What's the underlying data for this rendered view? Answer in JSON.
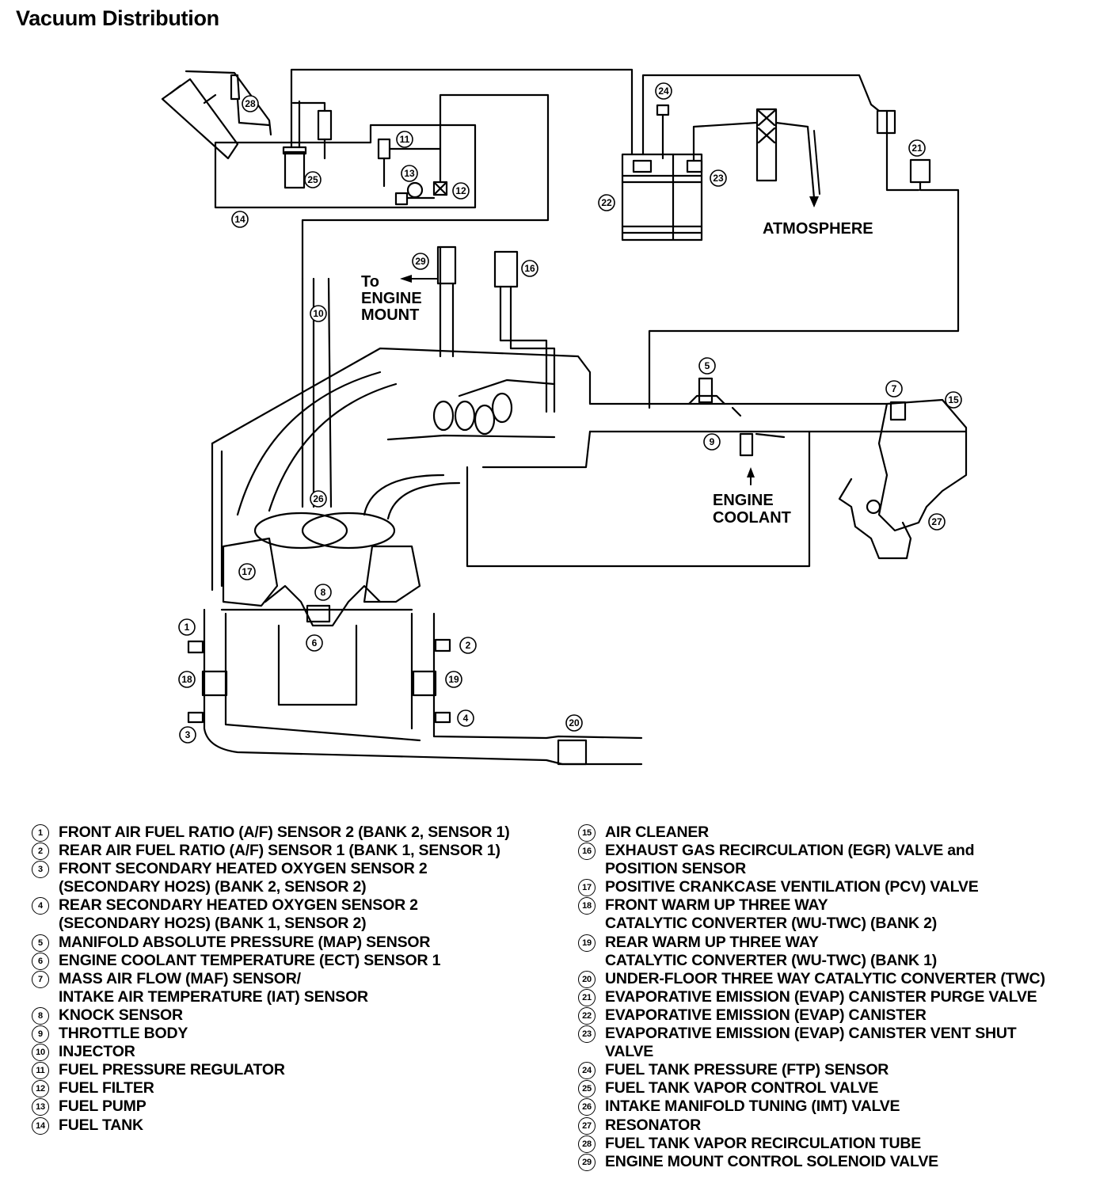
{
  "title": "Vacuum Distribution",
  "diagram": {
    "labels": {
      "atmosphere": "ATMOSPHERE",
      "to_engine_mount": [
        "To",
        "ENGINE",
        "MOUNT"
      ],
      "engine_coolant": [
        "ENGINE",
        "COOLANT"
      ]
    },
    "callouts": [
      "1",
      "2",
      "3",
      "4",
      "5",
      "6",
      "7",
      "8",
      "9",
      "10",
      "11",
      "12",
      "13",
      "14",
      "15",
      "16",
      "17",
      "18",
      "19",
      "20",
      "21",
      "22",
      "23",
      "24",
      "25",
      "26",
      "27",
      "28",
      "29"
    ]
  },
  "legend": {
    "left": [
      {
        "num": "1",
        "text": "FRONT AIR FUEL RATIO (A/F) SENSOR 2 (BANK 2, SENSOR 1)"
      },
      {
        "num": "2",
        "text": "REAR AIR FUEL RATIO (A/F) SENSOR 1 (BANK 1, SENSOR 1)"
      },
      {
        "num": "3",
        "text": "FRONT SECONDARY HEATED OXYGEN SENSOR 2\n(SECONDARY HO2S) (BANK 2, SENSOR 2)"
      },
      {
        "num": "4",
        "text": "REAR SECONDARY HEATED OXYGEN SENSOR 2\n(SECONDARY HO2S) (BANK 1, SENSOR 2)"
      },
      {
        "num": "5",
        "text": "MANIFOLD ABSOLUTE PRESSURE (MAP) SENSOR"
      },
      {
        "num": "6",
        "text": "ENGINE COOLANT TEMPERATURE (ECT) SENSOR 1"
      },
      {
        "num": "7",
        "text": "MASS AIR FLOW (MAF) SENSOR/\nINTAKE AIR TEMPERATURE (IAT) SENSOR"
      },
      {
        "num": "8",
        "text": "KNOCK SENSOR"
      },
      {
        "num": "9",
        "text": "THROTTLE BODY"
      },
      {
        "num": "10",
        "text": "INJECTOR"
      },
      {
        "num": "11",
        "text": "FUEL PRESSURE REGULATOR"
      },
      {
        "num": "12",
        "text": "FUEL FILTER"
      },
      {
        "num": "13",
        "text": "FUEL PUMP"
      },
      {
        "num": "14",
        "text": "FUEL TANK"
      }
    ],
    "right": [
      {
        "num": "15",
        "text": "AIR CLEANER"
      },
      {
        "num": "16",
        "text": "EXHAUST GAS RECIRCULATION (EGR) VALVE and\nPOSITION SENSOR"
      },
      {
        "num": "17",
        "text": "POSITIVE CRANKCASE VENTILATION (PCV) VALVE"
      },
      {
        "num": "18",
        "text": "FRONT WARM UP THREE WAY\nCATALYTIC CONVERTER (WU-TWC) (BANK 2)"
      },
      {
        "num": "19",
        "text": "REAR WARM UP THREE WAY\nCATALYTIC CONVERTER (WU-TWC) (BANK 1)"
      },
      {
        "num": "20",
        "text": "UNDER-FLOOR THREE WAY CATALYTIC CONVERTER (TWC)"
      },
      {
        "num": "21",
        "text": "EVAPORATIVE EMISSION (EVAP) CANISTER PURGE VALVE"
      },
      {
        "num": "22",
        "text": "EVAPORATIVE EMISSION (EVAP) CANISTER"
      },
      {
        "num": "23",
        "text": "EVAPORATIVE EMISSION (EVAP) CANISTER VENT SHUT\nVALVE"
      },
      {
        "num": "24",
        "text": "FUEL TANK PRESSURE (FTP) SENSOR"
      },
      {
        "num": "25",
        "text": "FUEL TANK VAPOR CONTROL VALVE"
      },
      {
        "num": "26",
        "text": "INTAKE MANIFOLD TUNING (IMT) VALVE"
      },
      {
        "num": "27",
        "text": "RESONATOR"
      },
      {
        "num": "28",
        "text": "FUEL TANK VAPOR RECIRCULATION TUBE"
      },
      {
        "num": "29",
        "text": "ENGINE MOUNT CONTROL SOLENOID VALVE"
      }
    ]
  }
}
